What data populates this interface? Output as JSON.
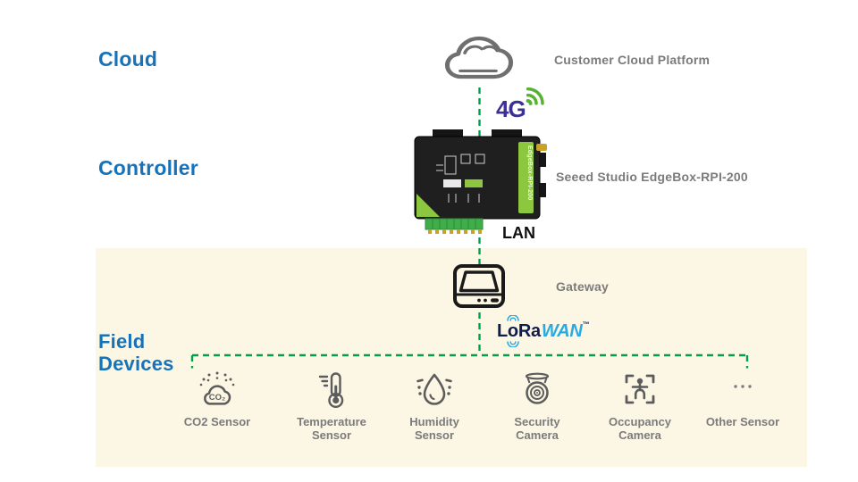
{
  "layers": {
    "cloud": "Cloud",
    "controller": "Controller",
    "field_devices": "Field Devices"
  },
  "cloud": {
    "platform_label": "Customer Cloud Platform"
  },
  "links": {
    "wan_label": "4G",
    "lan_label": "LAN",
    "lorawan": {
      "l": "L",
      "o": "o",
      "ra": "Ra",
      "wan": "WAN",
      "tm": "™"
    }
  },
  "controller": {
    "label": "Seeed Studio EdgeBox-RPI-200",
    "device_strip_text": "EdgeBox-RPI-200"
  },
  "gateway": {
    "label": "Gateway"
  },
  "field_devices": [
    {
      "name": "co2-sensor",
      "line1": "CO2 Sensor",
      "line2": "",
      "icon_text": "CO₂"
    },
    {
      "name": "temperature-sensor",
      "line1": "Temperature",
      "line2": "Sensor"
    },
    {
      "name": "humidity-sensor",
      "line1": "Humidity",
      "line2": "Sensor"
    },
    {
      "name": "security-camera",
      "line1": "Security",
      "line2": "Camera"
    },
    {
      "name": "occupancy-camera",
      "line1": "Occupancy",
      "line2": "Camera"
    },
    {
      "name": "other-sensor",
      "line1": "Other Sensor",
      "line2": ""
    }
  ],
  "colors": {
    "layer_label_blue": "#1673B9",
    "caption_gray": "#7B7B7B",
    "connector_green": "#00A14B",
    "panel_beige": "#FCF6E5",
    "wan_navy": "#3A3192",
    "wan_wave_green": "#56B230",
    "lora_navy": "#0F1D4D",
    "lora_blue": "#29ABE2",
    "device_icon_gray": "#5C5C5C"
  }
}
